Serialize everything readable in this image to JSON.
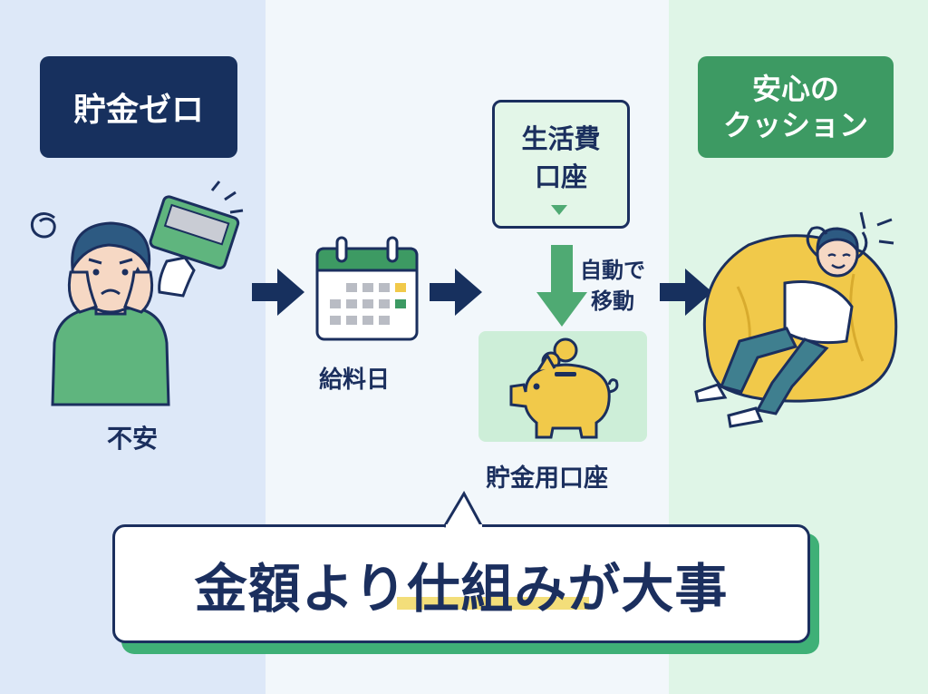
{
  "left": {
    "label": "貯金ゼロ",
    "caption": "不安"
  },
  "middle": {
    "payday_caption": "給料日",
    "living_account": "生活費\n口座",
    "auto_transfer": "自動で\n移動",
    "savings_account": "貯金用口座"
  },
  "right": {
    "label": "安心の\nクッション"
  },
  "callout": {
    "text": "金額より仕組みが大事",
    "highlighted_part": "仕組み"
  },
  "colors": {
    "navy": "#17305e",
    "green": "#3d9a63",
    "light_green": "#cdeed8",
    "yellow": "#f1c94a",
    "left_bg": "#dde8f8",
    "right_bg": "#dff5e7"
  },
  "icons": [
    "worried-person-icon",
    "empty-wallet-icon",
    "calendar-icon",
    "piggy-bank-icon",
    "relaxed-person-beanbag-icon"
  ]
}
